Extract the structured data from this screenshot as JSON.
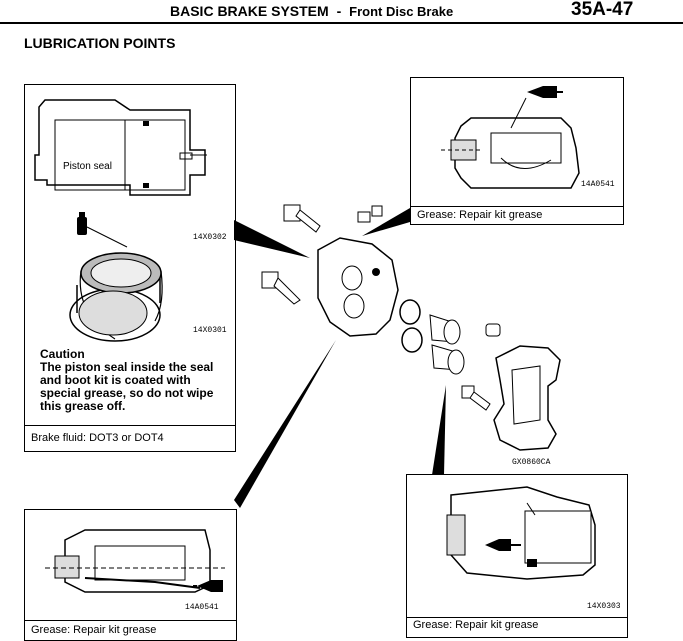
{
  "header": {
    "title": "BASIC BRAKE SYSTEM",
    "separator": "-",
    "subtitle": "Front Disc Brake",
    "page": "35A-47"
  },
  "section_title": "LUBRICATION POINTS",
  "panels": {
    "top_left": {
      "label_piston_seal": "Piston seal",
      "code_top": "14X0302",
      "code_bottom": "14X0301",
      "caution_title": "Caution",
      "caution_text": "The piston seal inside the seal and boot kit is coated with special grease, so do not wipe this grease off.",
      "caption": "Brake fluid: DOT3 or DOT4"
    },
    "top_right": {
      "code": "14A0541",
      "caption": "Grease: Repair kit grease"
    },
    "center": {
      "code": "GX0860CA"
    },
    "bottom_left": {
      "code": "14A0541",
      "caption": "Grease: Repair kit grease"
    },
    "bottom_right": {
      "code": "14X0303",
      "caption": "Grease: Repair kit grease"
    }
  }
}
